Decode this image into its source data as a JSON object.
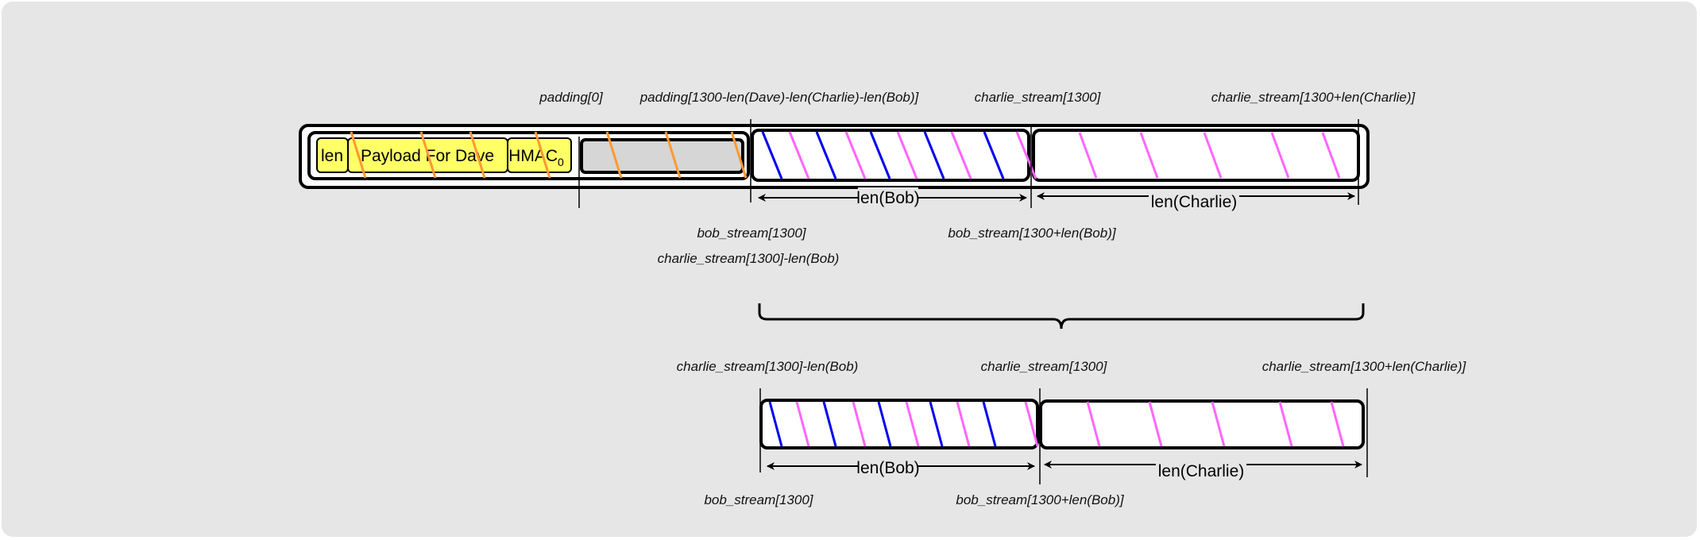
{
  "top": {
    "labels": {
      "padding_start": "padding[0]",
      "padding_end": "padding[1300-len(Dave)-len(Charlie)-len(Bob)]",
      "charlie_start": "charlie_stream[1300]",
      "charlie_end": "charlie_stream[1300+len(Charlie)]",
      "bob_start": "bob_stream[1300]",
      "charlie_minus_bob": "charlie_stream[1300]-len(Bob)",
      "bob_end": "bob_stream[1300+len(Bob)]"
    },
    "cells": {
      "len": "len",
      "payload": "Payload For Dave",
      "hmac": "HMAC",
      "hmac_sub": "0"
    },
    "len_bob": "len(Bob)",
    "len_charlie": "len(Charlie)"
  },
  "bottom": {
    "labels": {
      "charlie_minus_bob": "charlie_stream[1300]-len(Bob)",
      "charlie_start": "charlie_stream[1300]",
      "charlie_end": "charlie_stream[1300+len(Charlie)]",
      "bob_start": "bob_stream[1300]",
      "bob_end": "bob_stream[1300+len(Bob)]"
    },
    "len_bob": "len(Bob)",
    "len_charlie": "len(Charlie)"
  },
  "colors": {
    "background": "#e6e6e6",
    "yellow": "#ffff66",
    "gray": "#d6d6d6",
    "orange": "#ff9933",
    "blue": "#0000ee",
    "pink": "#ff66ff"
  }
}
